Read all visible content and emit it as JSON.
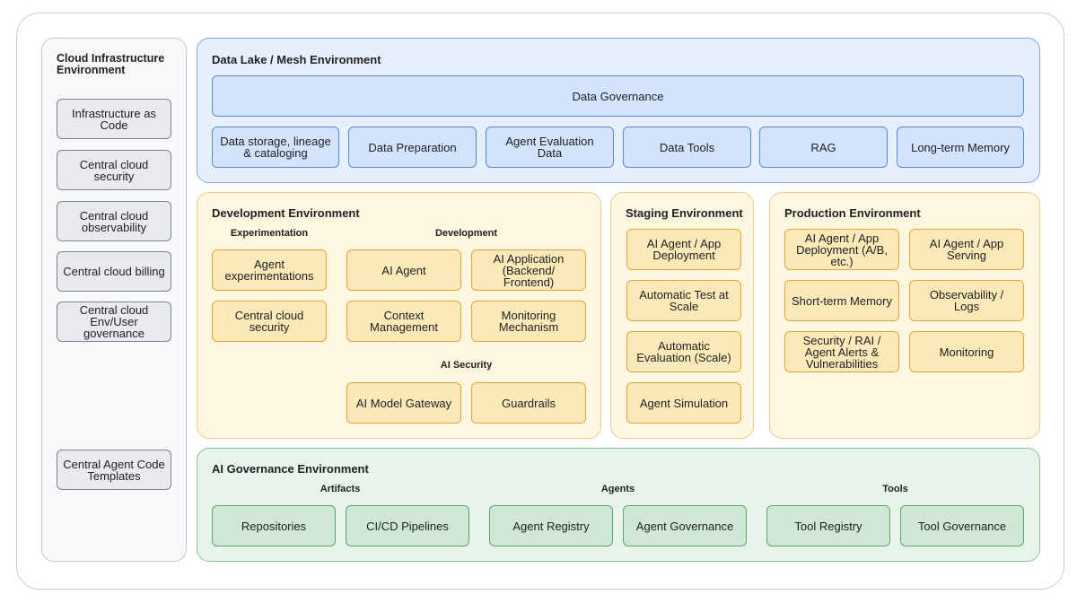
{
  "cloud": {
    "title": "Cloud Infrastructure Environment",
    "items": [
      "Infrastructure as Code",
      "Central cloud security",
      "Central cloud observability",
      "Central cloud billing",
      "Central cloud Env/User governance"
    ],
    "templates": "Central Agent Code Templates"
  },
  "lake": {
    "title": "Data Lake / Mesh Environment",
    "governance": "Data Governance",
    "items": [
      "Data storage, lineage & cataloging",
      "Data Preparation",
      "Agent Evaluation Data",
      "Data Tools",
      "RAG",
      "Long-term Memory"
    ]
  },
  "dev": {
    "title": "Development Environment",
    "experimentation_label": "Experimentation",
    "development_label": "Development",
    "security_label": "AI Security",
    "experimentation": [
      "Agent experimentations",
      "Central cloud security"
    ],
    "development": [
      "AI Agent",
      "AI Application (Backend/ Frontend)",
      "Context Management",
      "Monitoring Mechanism"
    ],
    "security": [
      "AI Model Gateway",
      "Guardrails"
    ]
  },
  "staging": {
    "title": "Staging Environment",
    "items": [
      "AI Agent / App Deployment",
      "Automatic Test at Scale",
      "Automatic Evaluation (Scale)",
      "Agent Simulation"
    ]
  },
  "production": {
    "title": "Production Environment",
    "items": [
      "AI Agent / App Deployment (A/B, etc.)",
      "AI Agent / App Serving",
      "Short-term Memory",
      "Observability / Logs",
      "Security / RAI / Agent Alerts & Vulnerabilities",
      "Monitoring"
    ]
  },
  "gov": {
    "title": "AI Governance Environment",
    "artifacts_label": "Artifacts",
    "agents_label": "Agents",
    "tools_label": "Tools",
    "artifacts": [
      "Repositories",
      "CI/CD Pipelines"
    ],
    "agents": [
      "Agent Registry",
      "Agent Governance"
    ],
    "tools": [
      "Tool Registry",
      "Tool Governance"
    ]
  }
}
